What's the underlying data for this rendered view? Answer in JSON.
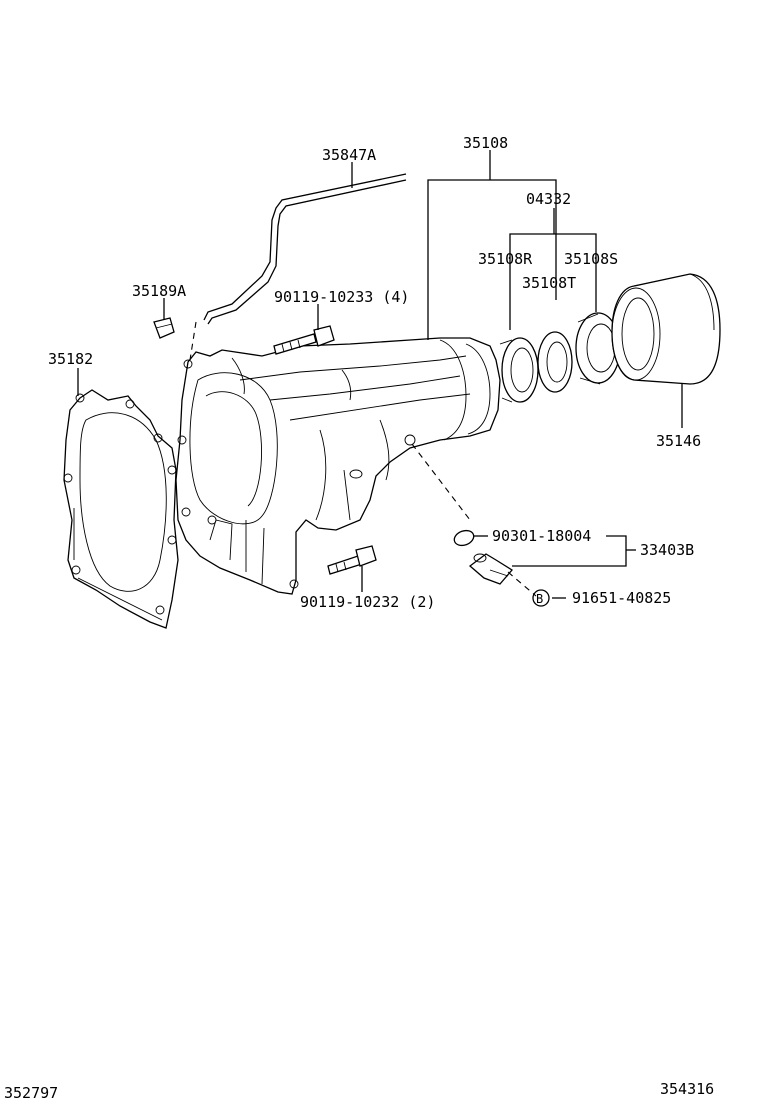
{
  "labels": {
    "p35108": "35108",
    "p35847A": "35847A",
    "p04332": "04332",
    "p35108R": "35108R",
    "p35108S": "35108S",
    "p35108T": "35108T",
    "p35189A": "35189A",
    "p90119_10233": "90119-10233 (4)",
    "p35182": "35182",
    "p35146": "35146",
    "p90301_18004": "90301-18004",
    "p33403B": "33403B",
    "marker_B": "B",
    "p91651_40825": "91651-40825",
    "p90119_10232": "90119-10232 (2)"
  },
  "footer": {
    "left_code": "352797",
    "right_code": "354316"
  }
}
